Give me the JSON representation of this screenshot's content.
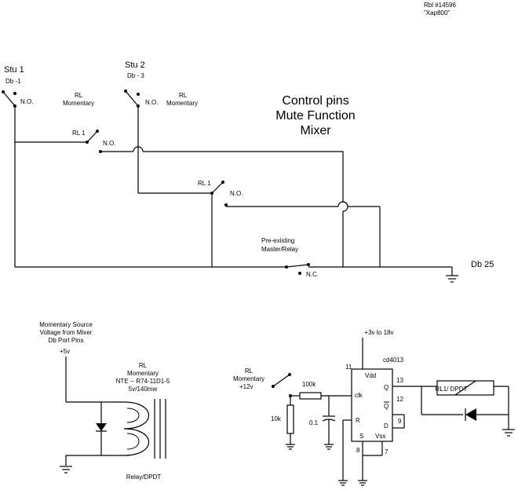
{
  "header": {
    "line1": "Rbl #14596",
    "line2": "\"Xap800\""
  },
  "title": {
    "line1": "Control pins",
    "line2": "Mute Function",
    "line3": "Mixer"
  },
  "top_circuit": {
    "stu1": "Stu 1",
    "db1": "Db -1",
    "stu2": "Stu 2",
    "db3": "Db - 3",
    "no": "N.O.",
    "nc": "N.C.",
    "rl": "RL",
    "momentary": "Momentary",
    "rl1": "RL 1",
    "pre_existing": "Pre-existing",
    "master_relay": "Master/Relay",
    "db25": "Db 25"
  },
  "relay_circuit": {
    "src1": "Momentary Source",
    "src2": "Voltage from Mixer",
    "src3": "Db Port Pins",
    "plus5": "+5v",
    "rl": "RL",
    "momentary": "Momentary",
    "part": "NTE -- R74-11D1-5",
    "rating": "5v/140mw",
    "type": "Relay/DPDT"
  },
  "flipflop_circuit": {
    "supply": "+3v to 18v",
    "chip": "cd4013",
    "rl": "RL",
    "momentary": "Momentary",
    "plus12": "+12v",
    "r100k": "100k",
    "r10k": "10k",
    "c01": "0.1",
    "pin11": "11",
    "pin13": "13",
    "pin12": "12",
    "pin9": "9",
    "pin8": "8",
    "pin7": "7",
    "vdd": "Vdd",
    "clk": "clk",
    "q": "Q",
    "qbar": "Q",
    "r": "R",
    "d": "D",
    "s": "S",
    "vss": "Vss",
    "relay_label": "RL1/ DPDT"
  }
}
